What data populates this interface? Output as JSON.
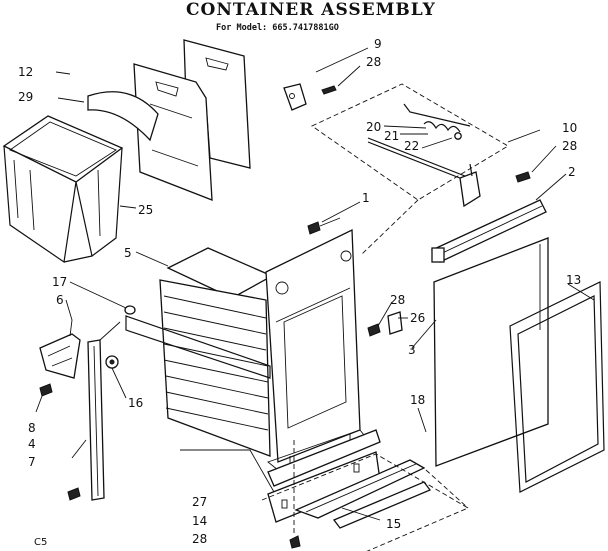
{
  "header": {
    "title": "CONTAINER ASSEMBLY",
    "subtitle": "For Model: 665.7417881GO"
  },
  "footer": {
    "code": "C5"
  },
  "callouts": {
    "c9": "9",
    "c28a": "28",
    "c12": "12",
    "c29": "29",
    "c20": "20",
    "c21": "21",
    "c22": "22",
    "c10": "10",
    "c28b": "28",
    "c2": "2",
    "c1": "1",
    "c25": "25",
    "c5": "5",
    "c17": "17",
    "c6": "6",
    "c28c": "28",
    "c26": "26",
    "c13": "13",
    "c3": "3",
    "c18": "18",
    "c16": "16",
    "c8": "8",
    "c4": "4",
    "c7": "7",
    "c27": "27",
    "c14": "14",
    "c28d": "28",
    "c15": "15"
  }
}
